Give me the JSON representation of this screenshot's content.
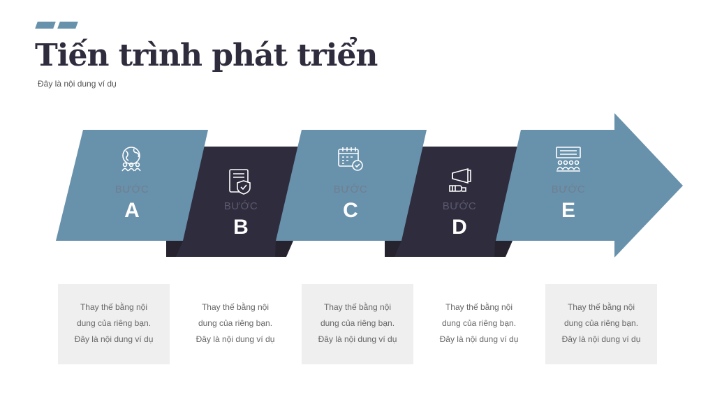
{
  "header": {
    "title": "Tiến trình phát triển",
    "subtitle": "Đây là nội dung ví dụ"
  },
  "colors": {
    "blue": "#6891ab",
    "dark": "#2f2c3d",
    "box": "#efefef"
  },
  "steps": [
    {
      "label": "BƯỚC",
      "letter": "A",
      "icon": "globe-people-icon",
      "description": [
        "Thay thế bằng nội",
        "dung của riêng bạn.",
        "Đây là nội dung ví dụ"
      ]
    },
    {
      "label": "BƯỚC",
      "letter": "B",
      "icon": "folder-shield-icon",
      "description": [
        "Thay thế bằng nội",
        "dung của riêng bạn.",
        "Đây là nội dung ví dụ"
      ]
    },
    {
      "label": "BƯỚC",
      "letter": "C",
      "icon": "calendar-check-icon",
      "description": [
        "Thay thế bằng nội",
        "dung của riêng bạn.",
        "Đây là nội dung ví dụ"
      ]
    },
    {
      "label": "BƯỚC",
      "letter": "D",
      "icon": "megaphone-hand-icon",
      "description": [
        "Thay thế bằng nội",
        "dung của riêng bạn.",
        "Đây là nội dung ví dụ"
      ]
    },
    {
      "label": "BƯỚC",
      "letter": "E",
      "icon": "presentation-audience-icon",
      "description": [
        "Thay thế bằng nội",
        "dung của riêng bạn.",
        "Đây là nội dung ví dụ"
      ]
    }
  ]
}
